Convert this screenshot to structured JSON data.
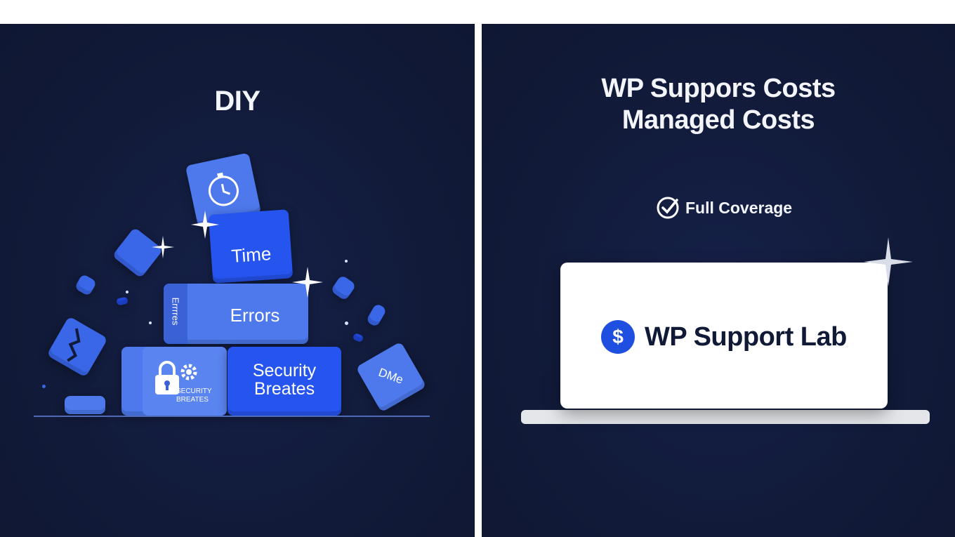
{
  "left": {
    "title": "DIY",
    "blocks": {
      "time": "Time",
      "errors": "Errors",
      "errors_side": "Errrres",
      "security_line1": "Security",
      "security_line2": "Breates",
      "lock_caption_line1": "SECURITY",
      "lock_caption_line2": "BREATES",
      "dme": "DMe"
    }
  },
  "right": {
    "title_line1": "WP Suppors Costs",
    "title_line2": "Managed Costs",
    "coverage_label": "Full Coverage",
    "brand_name": "WP Support Lab"
  },
  "colors": {
    "background": "#111a38",
    "accent_blue": "#2654ee",
    "card": "#ffffff"
  }
}
